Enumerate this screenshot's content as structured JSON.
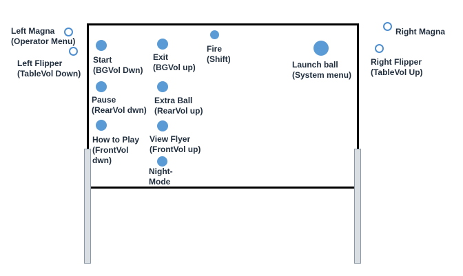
{
  "colors": {
    "button_fill": "#5b9bd5",
    "button_outline": "#4f8fcf",
    "frame": "#000000",
    "leg_fill": "#d9dee3"
  },
  "outside": {
    "left_magna": {
      "line1": "Left Magna",
      "line2": "(Operator Menu)"
    },
    "left_flipper": {
      "line1": "Left Flipper",
      "line2": "(TableVol Down)"
    },
    "right_magna": {
      "line1": "Right Magna"
    },
    "right_flipper": {
      "line1": "Right Flipper",
      "line2": "(TableVol Up)"
    }
  },
  "panel": {
    "start": {
      "line1": "Start",
      "line2": "(BGVol Dwn)"
    },
    "exit": {
      "line1": "Exit",
      "line2": "(BGVol up)"
    },
    "fire": {
      "line1": "Fire",
      "line2": "(Shift)"
    },
    "launch": {
      "line1": "Launch ball",
      "line2": "(System menu)"
    },
    "pause": {
      "line1": "Pause",
      "line2": "(RearVol dwn)"
    },
    "extra_ball": {
      "line1": "Extra Ball",
      "line2": "(RearVol up)"
    },
    "how_to_play": {
      "line1": "How to Play",
      "line2": "(FrontVol",
      "line3": "dwn)"
    },
    "view_flyer": {
      "line1": "View Flyer",
      "line2": "(FrontVol up)"
    },
    "night_mode": {
      "line1": "Night-",
      "line2": "Mode"
    }
  }
}
